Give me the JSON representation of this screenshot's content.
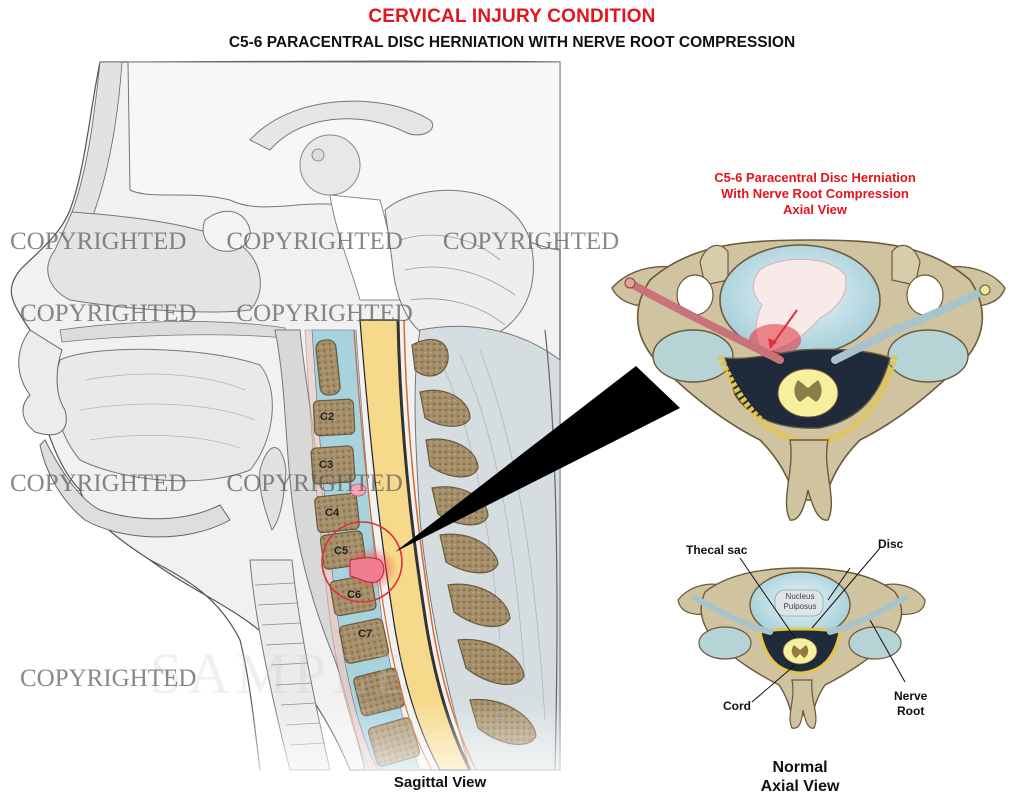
{
  "header": {
    "title": "CERVICAL INJURY CONDITION",
    "subtitle": "C5-6 PARACENTRAL DISC HERNIATION WITH NERVE ROOT COMPRESSION"
  },
  "sagittal": {
    "caption": "Sagittal View",
    "vertebrae": [
      "C2",
      "C3",
      "C4",
      "C5",
      "C6",
      "C7"
    ]
  },
  "axial_herniation": {
    "title_lines": [
      "C5-6 Paracentral Disc Herniation",
      "With Nerve Root Compression",
      "Axial View"
    ]
  },
  "axial_normal": {
    "labels": {
      "thecal_sac": "Thecal sac",
      "disc": "Disc",
      "nucleus": "Nucleus",
      "pulposus": "Pulposus",
      "cord": "Cord",
      "nerve": "Nerve",
      "root": "Root"
    },
    "caption_line1": "Normal",
    "caption_line2": "Axial View"
  },
  "watermark": {
    "text": "COPYRIGHTED",
    "sample": "SAMPLE"
  },
  "colors": {
    "title_red": "#e3141b",
    "bone": "#cfc3a0",
    "cord_yellow": "#f6d98a",
    "disc_blue": "#b9dde6",
    "herniation_red": "#e0303a"
  }
}
